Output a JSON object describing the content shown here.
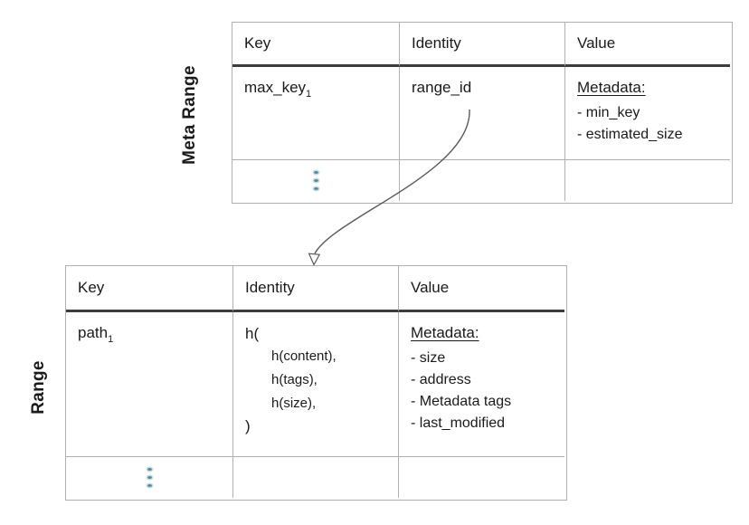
{
  "colors": {
    "dot": "#4f8e9d",
    "grid_line": "#b0b0b0",
    "header_rule": "#3d3d3d",
    "arrow": "#595959",
    "text": "#1a1a1a"
  },
  "meta_range_table": {
    "label": "Meta Range",
    "columns": [
      "Key",
      "Identity",
      "Value"
    ],
    "row": {
      "key_base": "max_key",
      "key_subscript": "1",
      "identity": "range_id",
      "value_heading": "Metadata:",
      "value_items": [
        "- min_key",
        "- estimated_size"
      ]
    },
    "more_rows_indicator": "vertical-ellipsis-dots"
  },
  "range_table": {
    "label": "Range",
    "columns": [
      "Key",
      "Identity",
      "Value"
    ],
    "row": {
      "key_base": "path",
      "key_subscript": "1",
      "identity_open": "h(",
      "identity_args": [
        "h(content),",
        "h(tags),",
        "h(size),"
      ],
      "identity_close": ")",
      "value_heading": "Metadata:",
      "value_items": [
        "- size",
        "- address",
        "- Metadata tags",
        "- last_modified"
      ]
    },
    "more_rows_indicator": "vertical-ellipsis-dots"
  },
  "arrow": {
    "from": "range_id",
    "to": "range-table"
  }
}
